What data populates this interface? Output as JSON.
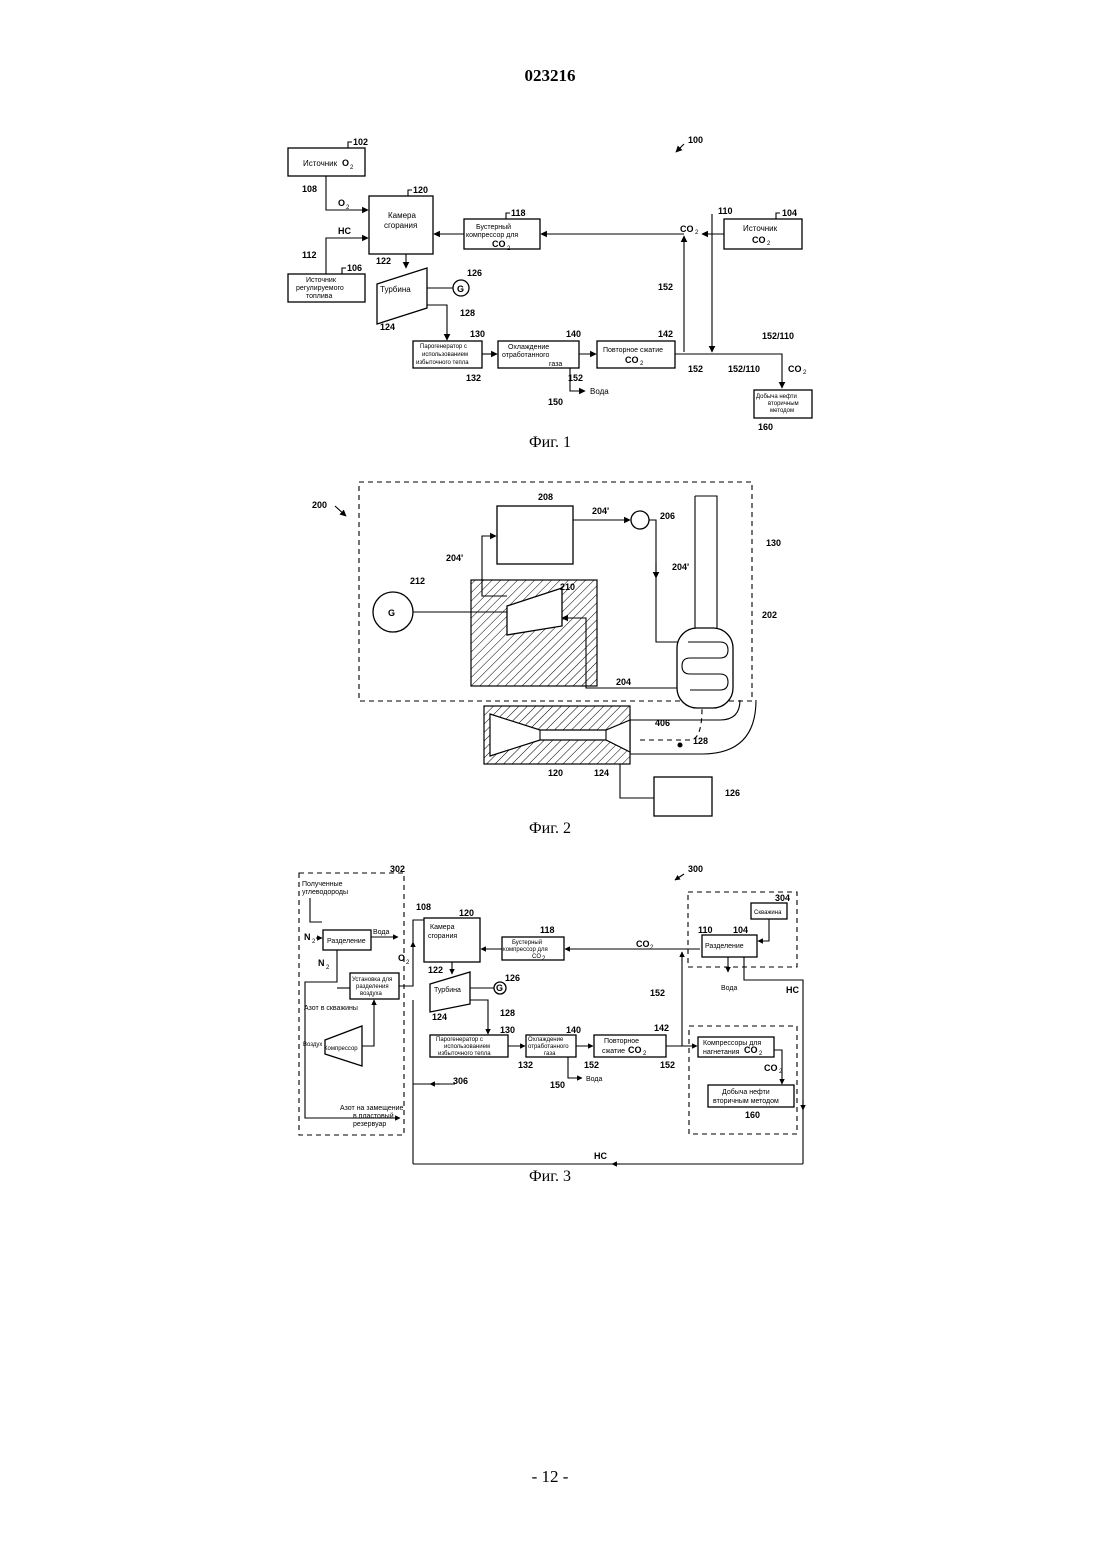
{
  "document": {
    "number": "023216",
    "page": "- 12 -"
  },
  "fig1": {
    "caption": "Фиг. 1",
    "ref_main": "100",
    "o2_source": {
      "ref": "102",
      "label": "Источник",
      "formula": "O",
      "formula_sub": "2"
    },
    "combustor": {
      "ref": "120",
      "line1": "Камера",
      "line2": "сгорания"
    },
    "booster": {
      "ref": "118",
      "line1": "Бустерный",
      "line2": "компрессор для",
      "formula": "CO",
      "formula_sub": "2"
    },
    "co2_source": {
      "ref": "104",
      "line1": "Источник",
      "formula": "CO",
      "formula_sub": "2"
    },
    "fuel_source": {
      "ref": "106",
      "line1": "Источник",
      "line2": "регулируемого",
      "line3": "топлива"
    },
    "turbine": {
      "ref": "124",
      "label": "Турбина"
    },
    "generator": {
      "ref": "126",
      "label": "G"
    },
    "hrsg": {
      "ref": "130",
      "line1": "Парогенератор с",
      "line2": "использованием",
      "line3": "избыточного тепла"
    },
    "cooling": {
      "ref": "140",
      "line1": "Охлаждение",
      "line2": "отработанного",
      "line3": "газа"
    },
    "recompression": {
      "ref": "142",
      "line1": "Повторное сжатие",
      "formula": "CO",
      "formula_sub": "2"
    },
    "eor": {
      "ref": "160",
      "line1": "Добыча нефти",
      "line2": "вторичным",
      "line3": "методом"
    },
    "labels": {
      "r108": "108",
      "r110": "110",
      "r112": "112",
      "r122": "122",
      "r128": "128",
      "r132": "132",
      "r150": "150",
      "r152a": "152",
      "r152b": "152",
      "r152c": "152",
      "r152_110a": "152/110",
      "r152_110b": "152/110",
      "o2": "O",
      "o2_sub": "2",
      "hc": "HC",
      "co2": "CO",
      "co2_sub": "2",
      "co2_out": "CO",
      "co2_out_sub": "2",
      "water": "Вода"
    }
  },
  "fig2": {
    "caption": "Фиг. 2",
    "refs": {
      "r200": "200",
      "r130": "130",
      "r208": "208",
      "r204p_a": "204'",
      "r204p_b": "204'",
      "r204p_c": "204'",
      "r206": "206",
      "r212": "212",
      "r210": "210",
      "r202": "202",
      "r204": "204",
      "r406": "406",
      "r128": "128",
      "r120": "120",
      "r124": "124",
      "r126": "126"
    },
    "generator": "G"
  },
  "fig3": {
    "caption": "Фиг. 3",
    "ref_main": "300",
    "ref_302": "302",
    "ref_304": "304",
    "ref_306": "306",
    "received_hc": {
      "line1": "Полученные",
      "line2": "углеводороды"
    },
    "separation_left": "Разделение",
    "air_separation": {
      "line1": "Установка для",
      "line2": "разделения",
      "line3": "воздуха"
    },
    "nitrogen_well": "Азот в скважины",
    "air": "Воздух",
    "compressor": "Компрессор",
    "nitrogen_reservoir": {
      "line1": "Азот на замещение",
      "line2": "в пластовый",
      "line3": "резервуар"
    },
    "combustor": {
      "ref": "120",
      "line1": "Камера",
      "line2": "сгорания"
    },
    "booster": {
      "ref": "118",
      "line1": "Бустерный",
      "line2": "компрессор для",
      "formula": "CO",
      "formula_sub": "2"
    },
    "turbine": {
      "ref": "124",
      "label": "Турбина"
    },
    "generator": {
      "ref": "126",
      "label": "G"
    },
    "hrsg": {
      "ref": "130",
      "line1": "Парогенератор с",
      "line2": "использованием",
      "line3": "избыточного тепла"
    },
    "cooling": {
      "ref": "140",
      "line1": "Охлаждение",
      "line2": "отработанного",
      "line3": "газа"
    },
    "recompression": {
      "ref": "142",
      "line1": "Повторное",
      "line2": "сжатие",
      "formula": "CO",
      "formula_sub": "2"
    },
    "well": "Скважина",
    "separation_right": {
      "ref": "104",
      "label": "Разделение"
    },
    "injection": {
      "line1": "Компрессоры для",
      "line2": "нагнетания",
      "formula": "CO",
      "formula_sub": "2"
    },
    "eor": {
      "ref": "160",
      "line1": "Добыча нефти",
      "line2": "вторичным методом"
    },
    "labels": {
      "n2a": "N",
      "n2a_sub": "2",
      "n2b": "N",
      "n2b_sub": "2",
      "water_left": "Вода",
      "o2": "O",
      "o2_sub": "2",
      "r108": "108",
      "r110": "110",
      "r122": "122",
      "r128": "128",
      "r132": "132",
      "r150": "150",
      "r152a": "152",
      "r152b": "152",
      "r152c": "152",
      "co2a": "CO",
      "co2a_sub": "2",
      "co2b": "CO",
      "co2b_sub": "2",
      "water_mid": "Вода",
      "water_right": "Вода",
      "hc_right": "HC",
      "hc_bottom": "HC"
    }
  }
}
